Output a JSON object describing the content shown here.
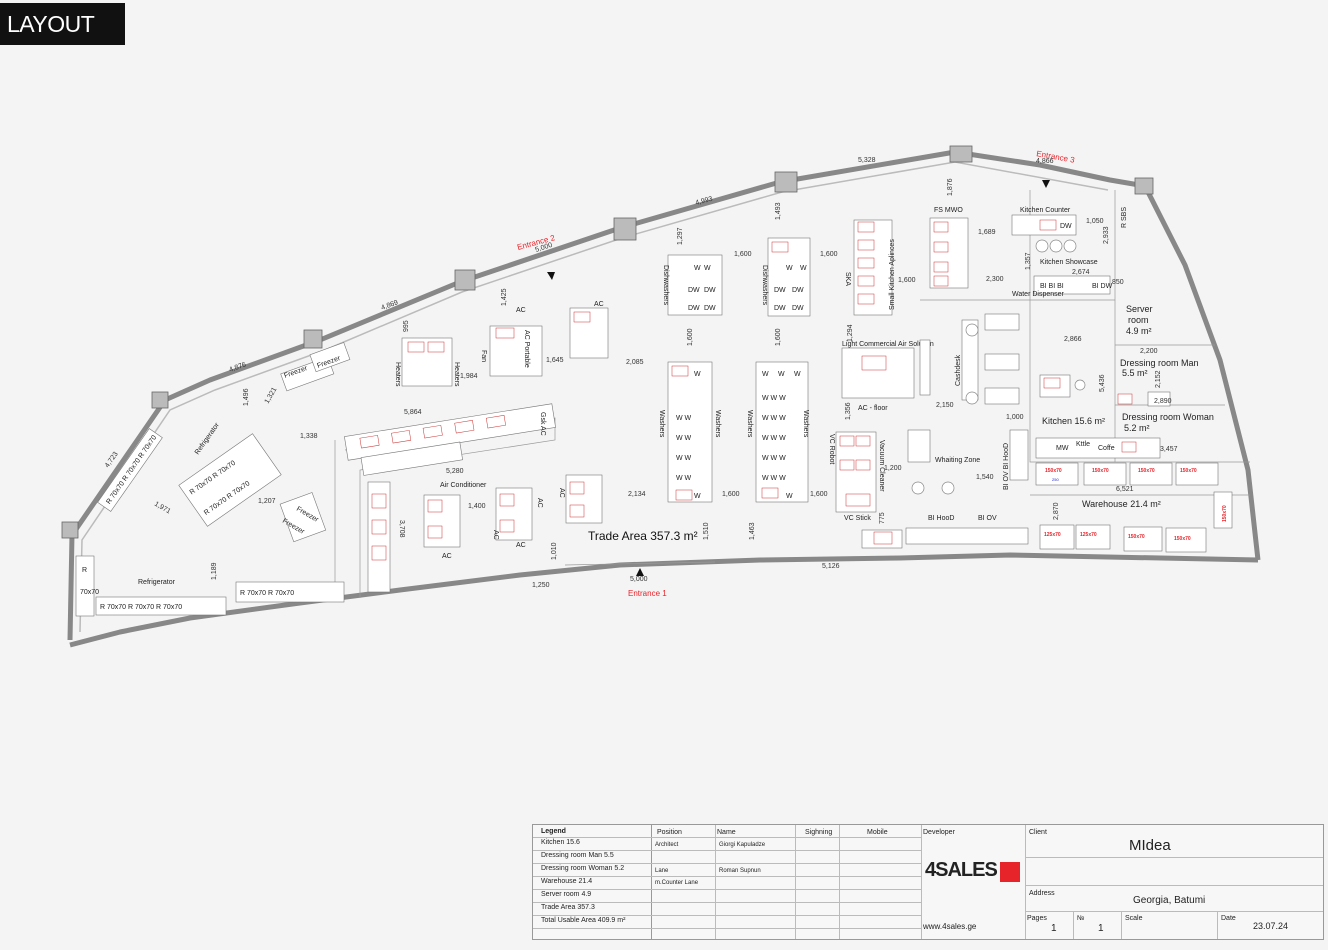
{
  "header": {
    "tag": "LAYOUT"
  },
  "areas": {
    "trade": "Trade Area 357.3 m²",
    "kitchen": "Kitchen  15.6 m²",
    "server": [
      "Server",
      "room",
      "4.9 m²"
    ],
    "dressing_man": [
      "Dressing room Man",
      "5.5 m²"
    ],
    "dressing_woman": [
      "Dressing room Woman",
      "5.2 m²"
    ],
    "warehouse": "Warehouse  21.4 m²"
  },
  "entrances": {
    "e1": "Entrance 1",
    "e2": "Entrance 2",
    "e3": "Entrance 3"
  },
  "dimensions": {
    "d4723": "4,723",
    "d4876": "4,876",
    "d4869": "4,869",
    "d5000a": "5,000",
    "d4993": "4,993",
    "d5328": "5,328",
    "d4866": "4,866",
    "d1496": "1,496",
    "d1321": "1,321",
    "d1971": "1,971",
    "d1207": "1,207",
    "d1189": "1,189",
    "d1338": "1,338",
    "d5864": "5,864",
    "d5280": "5,280",
    "d1400": "1,400",
    "d3708": "3,708",
    "d1010": "1,010",
    "d1250": "1,250",
    "d5000b": "5,000",
    "d5126": "5,126",
    "d1984": "1,984",
    "d1645": "1,645",
    "d2085": "2,085",
    "d2134": "2,134",
    "d1600a": "1,600",
    "d1600b": "1,600",
    "d1600c": "1,600",
    "d1600d": "1,600",
    "d1600e": "1,600",
    "d1600f": "1,600",
    "d1600g": "1,600",
    "d1510": "1,510",
    "d1463": "1,463",
    "d1297": "1,297",
    "d1493": "1,493",
    "d1294": "1,294",
    "d1356": "1,356",
    "d1200": "1,200",
    "d775": "775",
    "d1876": "1,876",
    "d1689": "1,689",
    "d2300": "2,300",
    "d1050": "1,050",
    "d2933": "2,933",
    "d2674": "2,674",
    "d1357": "1,357",
    "d850": "850",
    "d2866": "2,866",
    "d2200": "2,200",
    "d2152": "2,152",
    "d5436": "5,436",
    "d2890": "2,890",
    "d2150": "2,150",
    "d1000": "1,000",
    "d3457": "3,457",
    "d1540": "1,540",
    "d6521": "6,521",
    "d2870": "2,870",
    "d995": "995",
    "d1425": "1,425"
  },
  "labels": {
    "refrigerator_a": "Refrigerator",
    "refrigerator_b": "Refrigerator",
    "freezer_a": "Freezer",
    "freezer_b": "Freezer",
    "freezer_c": "Freezer",
    "freezer_d": "Freezer",
    "heaters_a": "Heaters",
    "heaters_b": "Heaters",
    "fan": "Fan",
    "ac_portable": "AC Portable",
    "ac1": "AC",
    "ac2": "AC",
    "ac3": "AC",
    "ac4": "AC",
    "ac5": "AC",
    "ac6": "AC",
    "ac7": "AC",
    "air_conditioner": "Air Conditioner",
    "gsk_ac": "Gsk AC",
    "dishwashers_a": "Dishwashers",
    "dishwashers_b": "Dishwashers",
    "washers_a": "Washers",
    "washers_b": "Washers",
    "washers_c": "Washers",
    "washers_d": "Washers",
    "ska": "SKA",
    "small_kitchen": "Small Kitchen Aplinces",
    "fs_mwo": "FS MWO",
    "kitchen_counter": "Kitchen Counter",
    "kitchen_showcase": "Kitchen Showcase",
    "light_commercial": "Light Commercial Air Solution",
    "ac_floor": "AC - floor",
    "cashdesk": "Cashdesk",
    "vc_robot": "VC Robot",
    "vc_stick": "VC Stick",
    "vacuum_cleaner": "Vacuum Cleaner",
    "whaiting_zone": "Whaiting Zone",
    "bi_hood_a": "BI HooD",
    "bi_ov_a": "BI OV",
    "bi_ov_v": "BI OV BI HooD",
    "bi_dw": "BI DW",
    "mw": "MW",
    "kettle": "Kttle",
    "coffe": "Coffe",
    "water_dispenser": "Water Dispenser",
    "r_sbs": "R SBS"
  },
  "tags": {
    "t150a": "150x70",
    "t150b": "150x70",
    "t150c": "150x70",
    "t150d": "150x70",
    "t125a": "125x70",
    "t125b": "125x70",
    "t150e": "150x70",
    "t150f": "150x70",
    "t150g": "150x70",
    "v250": "250"
  },
  "legend": {
    "title": "Legend",
    "items": [
      "Kitchen  15.6",
      "Dressing room Man 5.5",
      "Dressing room Woman 5.2",
      "Warehouse  21.4",
      "Server room 4.9",
      "Trade Area 357.3",
      "Total Usable Area 409.9 m²"
    ]
  },
  "title_block": {
    "position_h": "Position",
    "name_h": "Name",
    "signing_h": "Sighning",
    "mobile_h": "Mobile",
    "row1_position": "Architect",
    "row1_name": "Giorgi Kapuladze",
    "row2_position": "Lane",
    "row2_name": "Roman Supnun",
    "row3_position": "m.Counter Lane",
    "developer_h": "Developer",
    "brand": "4SALES",
    "website": "www.4sales.ge",
    "client_h": "Client",
    "client": "MIdea",
    "address_h": "Address",
    "address": "Georgia, Batumi",
    "pages_h": "Pages",
    "pages": "1",
    "no_h": "№",
    "no": "1",
    "scale_h": "Scale",
    "date_h": "Date",
    "date": "23.07.24"
  },
  "colors": {
    "accent": "#e8242b",
    "wall": "#888888",
    "background": "#f4f4f4"
  }
}
